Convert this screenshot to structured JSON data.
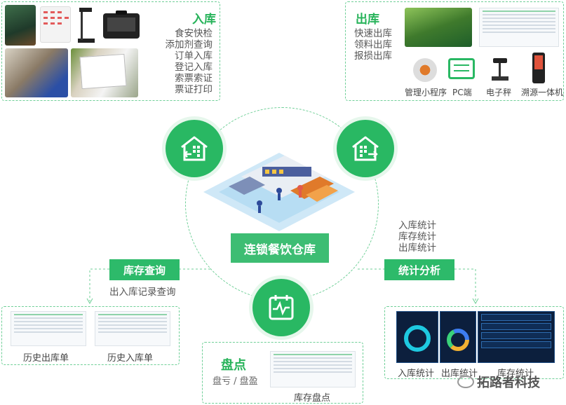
{
  "inbound": {
    "title": "入库",
    "items": [
      "食安快检",
      "添加剂查询",
      "订单入库",
      "登记入库",
      "索票索证",
      "票证打印"
    ]
  },
  "outbound": {
    "title": "出库",
    "items": [
      "快速出库",
      "领料出库",
      "报损出库"
    ],
    "devices": [
      "管理小程序",
      "PC端",
      "电子秤",
      "溯源一体机"
    ]
  },
  "center": {
    "label": "连锁餐饮仓库"
  },
  "query": {
    "tag": "库存查询",
    "desc": "出入库记录查询",
    "forms": [
      "历史出库单",
      "历史入库单"
    ]
  },
  "stats": {
    "tag": "统计分析",
    "items": [
      "入库统计",
      "库存统计",
      "出库统计"
    ],
    "panels": [
      "入库统计",
      "出库统计",
      "库存统计"
    ]
  },
  "inventory": {
    "title": "盘点",
    "subtitle": "盘亏 / 盘盈",
    "screen_label": "库存盘点"
  },
  "watermark": "拓路者科技",
  "colors": {
    "accent": "#29b863",
    "dashed": "#6fcf97"
  }
}
